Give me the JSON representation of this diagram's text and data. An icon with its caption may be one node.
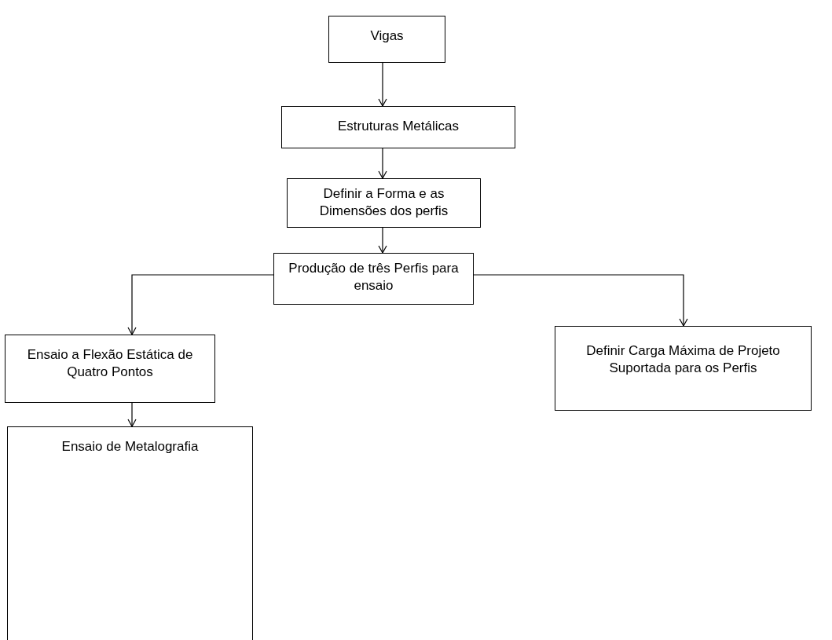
{
  "diagram": {
    "nodes": [
      {
        "text": [
          "Vigas"
        ]
      },
      {
        "text": [
          "Estruturas Metálicas"
        ]
      },
      {
        "text": [
          "Definir a Forma e as Dimensões dos perfis"
        ]
      },
      {
        "text": [
          "Produção de três Perfis para ensaio"
        ]
      },
      {
        "text": [
          "Ensaio a Flexão Estática de Quatro Pontos"
        ]
      },
      {
        "text": [
          "Definir Carga Máxima de Projeto Suportada para os Perfis"
        ]
      },
      {
        "text": [
          "Ensaio de Metalografia"
        ]
      }
    ],
    "edges": [
      {
        "from": 0,
        "to": 1,
        "arrow": "to"
      },
      {
        "from": 1,
        "to": 2,
        "arrow": "to"
      },
      {
        "from": 2,
        "to": 3,
        "arrow": "to"
      },
      {
        "from": 3,
        "to": 4,
        "arrow": "to"
      },
      {
        "from": 3,
        "to": 5,
        "arrow": "to"
      },
      {
        "from": 4,
        "to": 6,
        "arrow": "to"
      }
    ]
  }
}
